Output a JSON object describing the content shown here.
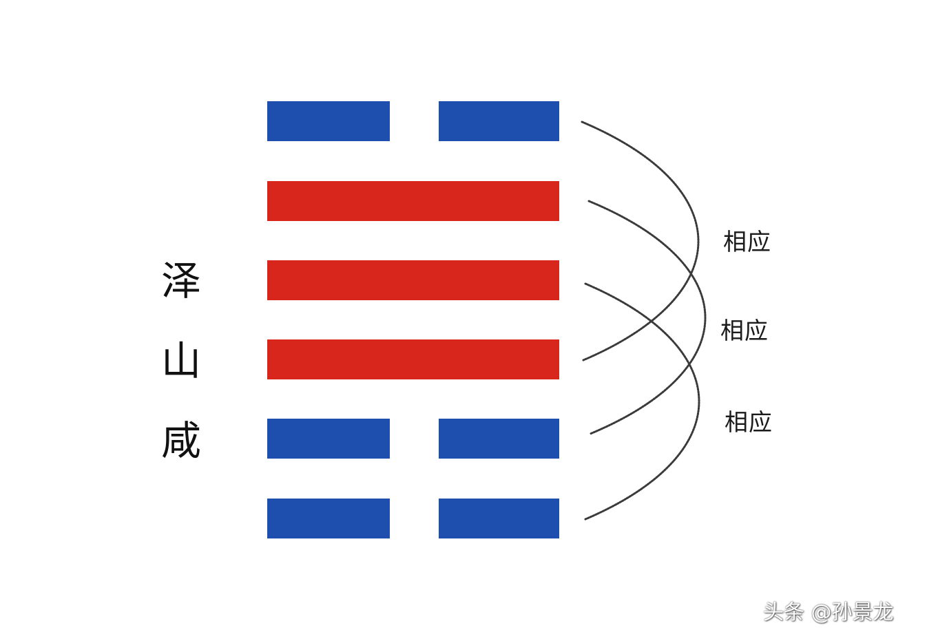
{
  "hexagram": {
    "name_chars": [
      "泽",
      "山",
      "咸"
    ],
    "lines_top_to_bottom": [
      "yin",
      "yang",
      "yang",
      "yang",
      "yin",
      "yin"
    ],
    "colors": {
      "yin": "#1e4fae",
      "yang": "#d9261c",
      "curve": "#3a3a3a"
    }
  },
  "correspondences": {
    "label": "相应",
    "pairs_top_to_bottom": [
      {
        "from_line": 1,
        "to_line": 4
      },
      {
        "from_line": 2,
        "to_line": 5
      },
      {
        "from_line": 3,
        "to_line": 6
      }
    ]
  },
  "watermark": "头条 @孙景龙"
}
